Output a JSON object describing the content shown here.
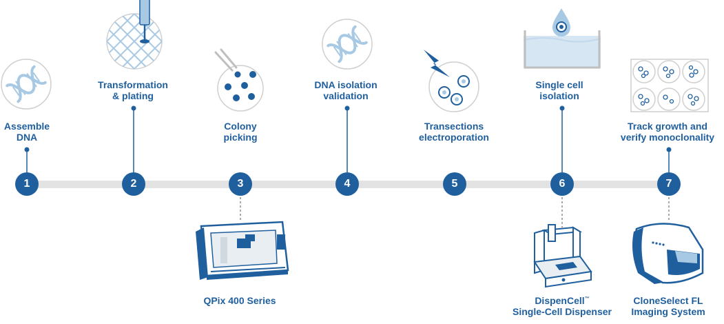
{
  "colors": {
    "brand_blue": "#1f5f9e",
    "light_blue": "#a8c9e4",
    "timeline_gray": "#e3e3e3",
    "circle_gray": "#cfcfcf"
  },
  "steps": [
    {
      "number": "1",
      "label_lines": [
        "Assemble",
        "DNA"
      ],
      "icon": "dna-helix-icon"
    },
    {
      "number": "2",
      "label_lines": [
        "Transformation",
        "& plating"
      ],
      "icon": "pipette-plate-icon"
    },
    {
      "number": "3",
      "label_lines": [
        "Colony",
        "picking"
      ],
      "icon": "colony-dish-icon"
    },
    {
      "number": "4",
      "label_lines": [
        "DNA isolation",
        "validation"
      ],
      "icon": "dna-helix-icon"
    },
    {
      "number": "5",
      "label_lines": [
        "Transections",
        "electroporation"
      ],
      "icon": "electroporation-icon"
    },
    {
      "number": "6",
      "label_lines": [
        "Single cell",
        "isolation"
      ],
      "icon": "single-cell-droplet-icon"
    },
    {
      "number": "7",
      "label_lines": [
        "Track growth and",
        "verify monoclonality"
      ],
      "icon": "well-plate-icon"
    }
  ],
  "instruments": [
    {
      "step": "3",
      "name_lines": [
        "QPix 400 Series"
      ],
      "icon": "qpix-instrument-icon"
    },
    {
      "step": "6",
      "name": "DispenCell",
      "trademark": "™",
      "name_line2": "Single-Cell Dispenser",
      "icon": "dispencell-instrument-icon"
    },
    {
      "step": "7",
      "name_lines": [
        "CloneSelect FL",
        "Imaging System"
      ],
      "icon": "cloneselect-instrument-icon"
    }
  ]
}
